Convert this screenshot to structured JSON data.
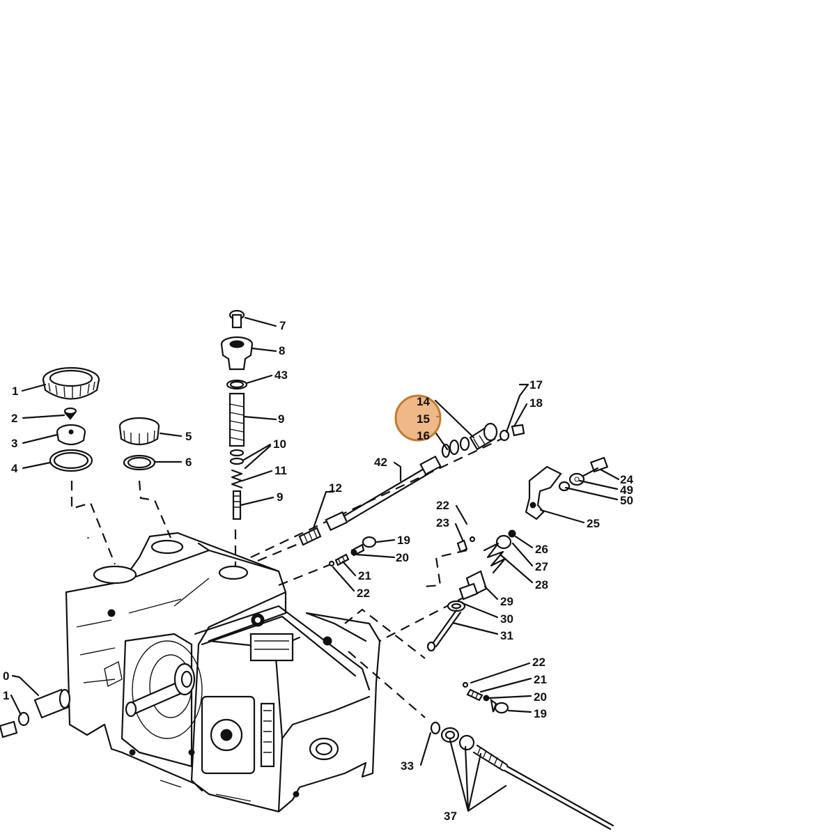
{
  "parts": [
    {
      "id": "p1",
      "label": "1"
    },
    {
      "id": "p2",
      "label": "2"
    },
    {
      "id": "p3",
      "label": "3"
    },
    {
      "id": "p4",
      "label": "4"
    },
    {
      "id": "p5",
      "label": "5"
    },
    {
      "id": "p6",
      "label": "6"
    },
    {
      "id": "p7",
      "label": "7"
    },
    {
      "id": "p8",
      "label": "8"
    },
    {
      "id": "p43",
      "label": "43"
    },
    {
      "id": "p9a",
      "label": "9"
    },
    {
      "id": "p10",
      "label": "10"
    },
    {
      "id": "p11",
      "label": "11"
    },
    {
      "id": "p9b",
      "label": "9"
    },
    {
      "id": "p12",
      "label": "12"
    },
    {
      "id": "p42",
      "label": "42"
    },
    {
      "id": "p14",
      "label": "14"
    },
    {
      "id": "p15",
      "label": "15"
    },
    {
      "id": "p16",
      "label": "16"
    },
    {
      "id": "p17",
      "label": "17"
    },
    {
      "id": "p18",
      "label": "18"
    },
    {
      "id": "p24",
      "label": "24"
    },
    {
      "id": "p49",
      "label": "49"
    },
    {
      "id": "p50",
      "label": "50"
    },
    {
      "id": "p25",
      "label": "25"
    },
    {
      "id": "p22a",
      "label": "22"
    },
    {
      "id": "p23",
      "label": "23"
    },
    {
      "id": "p26",
      "label": "26"
    },
    {
      "id": "p27",
      "label": "27"
    },
    {
      "id": "p28",
      "label": "28"
    },
    {
      "id": "p29",
      "label": "29"
    },
    {
      "id": "p30",
      "label": "30"
    },
    {
      "id": "p31",
      "label": "31"
    },
    {
      "id": "p19a",
      "label": "19"
    },
    {
      "id": "p20a",
      "label": "20"
    },
    {
      "id": "p21a",
      "label": "21"
    },
    {
      "id": "p22b",
      "label": "22"
    },
    {
      "id": "p22c",
      "label": "22"
    },
    {
      "id": "p21b",
      "label": "21"
    },
    {
      "id": "p20b",
      "label": "20"
    },
    {
      "id": "p19b",
      "label": "19"
    },
    {
      "id": "p33",
      "label": "33"
    },
    {
      "id": "p37",
      "label": "37"
    },
    {
      "id": "pl20",
      "label": "0"
    },
    {
      "id": "pl21",
      "label": "1"
    }
  ],
  "highlight_color": "#E8A060",
  "highlight_stroke": "#C07A30"
}
